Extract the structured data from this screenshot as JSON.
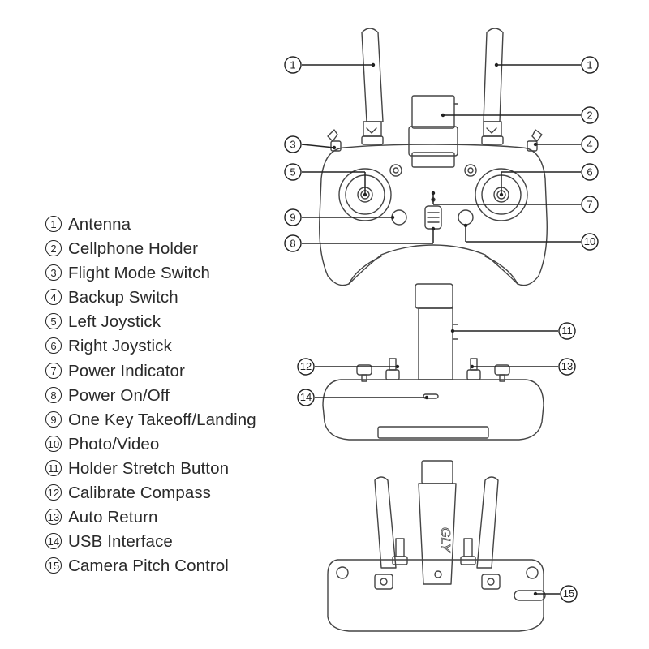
{
  "legend": [
    {
      "num": "1",
      "label": "Antenna"
    },
    {
      "num": "2",
      "label": "Cellphone Holder"
    },
    {
      "num": "3",
      "label": "Flight Mode Switch"
    },
    {
      "num": "4",
      "label": "Backup Switch"
    },
    {
      "num": "5",
      "label": "Left Joystick"
    },
    {
      "num": "6",
      "label": "Right Joystick"
    },
    {
      "num": "7",
      "label": "Power Indicator"
    },
    {
      "num": "8",
      "label": "Power On/Off"
    },
    {
      "num": "9",
      "label": "One Key Takeoff/Landing"
    },
    {
      "num": "10",
      "label": "Photo/Video"
    },
    {
      "num": "11",
      "label": "Holder Stretch Button"
    },
    {
      "num": "12",
      "label": "Calibrate Compass"
    },
    {
      "num": "13",
      "label": "Auto Return"
    },
    {
      "num": "14",
      "label": "USB Interface"
    },
    {
      "num": "15",
      "label": "Camera Pitch Control"
    }
  ],
  "callouts": {
    "c1a": "1",
    "c1b": "1",
    "c2": "2",
    "c3": "3",
    "c4": "4",
    "c5": "5",
    "c6": "6",
    "c7": "7",
    "c8": "8",
    "c9": "9",
    "c10": "10",
    "c11": "11",
    "c12": "12",
    "c13": "13",
    "c14": "14",
    "c15": "15"
  },
  "brand_logo_text": "GLY",
  "colors": {
    "line": "#222222",
    "outline": "#555555",
    "body_fill": "#ffffff"
  }
}
